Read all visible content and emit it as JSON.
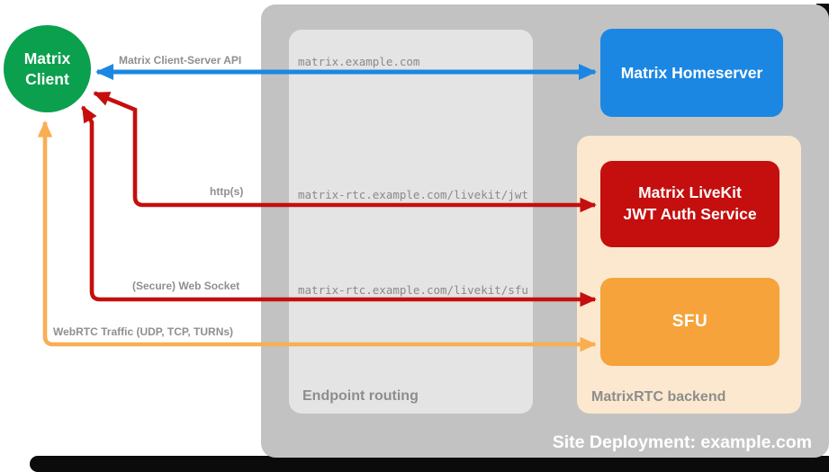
{
  "client": {
    "label": "Matrix\nClient"
  },
  "site": {
    "title": "Site Deployment: example.com"
  },
  "endpoint_routing": {
    "title": "Endpoint routing",
    "routes": [
      "matrix.example.com",
      "matrix-rtc.example.com/livekit/jwt",
      "matrix-rtc.example.com/livekit/sfu"
    ]
  },
  "backend": {
    "title": "MatrixRTC backend"
  },
  "nodes": {
    "homeserver": {
      "label": "Matrix Homeserver",
      "color": "#1b87e2"
    },
    "jwt_auth": {
      "label": "Matrix LiveKit\nJWT Auth Service",
      "color": "#c50e0e"
    },
    "sfu": {
      "label": "SFU",
      "color": "#f6a33c"
    }
  },
  "connections": [
    {
      "label": "Matrix Client-Server API",
      "color": "#1b87e2"
    },
    {
      "label": "http(s)",
      "color": "#c50e0e"
    },
    {
      "label": "(Secure) Web Socket",
      "color": "#c50e0e"
    },
    {
      "label": "WebRTC Traffic (UDP, TCP, TURNs)",
      "color": "#f9ae52"
    }
  ],
  "colors": {
    "client_node": "#0ba04e",
    "site_container": "#c2c2c2",
    "routing_box": "#e4e4e4",
    "backend_box": "#fce8ce"
  }
}
